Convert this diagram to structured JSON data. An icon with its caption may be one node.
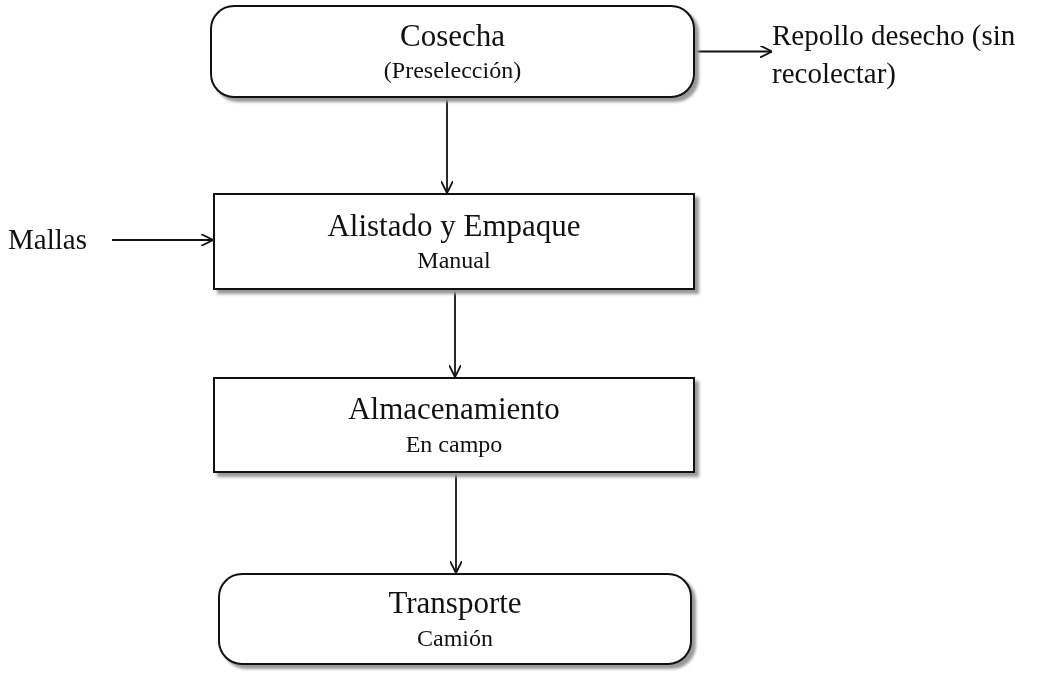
{
  "diagram": {
    "nodes": [
      {
        "text": [
          "Cosecha",
          "(Preselección)"
        ]
      },
      {
        "text": [
          "Repollo desecho (sin recolectar)"
        ]
      },
      {
        "text": [
          "Mallas"
        ]
      },
      {
        "text": [
          "Alistado y Empaque",
          "Manual"
        ]
      },
      {
        "text": [
          "Almacenamiento",
          "En campo"
        ]
      },
      {
        "text": [
          "Transporte",
          "Camión"
        ]
      }
    ],
    "edges": [
      {
        "from": 0,
        "to": 1,
        "arrow": "to"
      },
      {
        "from": 0,
        "to": 3,
        "arrow": "to"
      },
      {
        "from": 2,
        "to": 3,
        "arrow": "to"
      },
      {
        "from": 3,
        "to": 4,
        "arrow": "to"
      },
      {
        "from": 4,
        "to": 5,
        "arrow": "to"
      }
    ]
  }
}
